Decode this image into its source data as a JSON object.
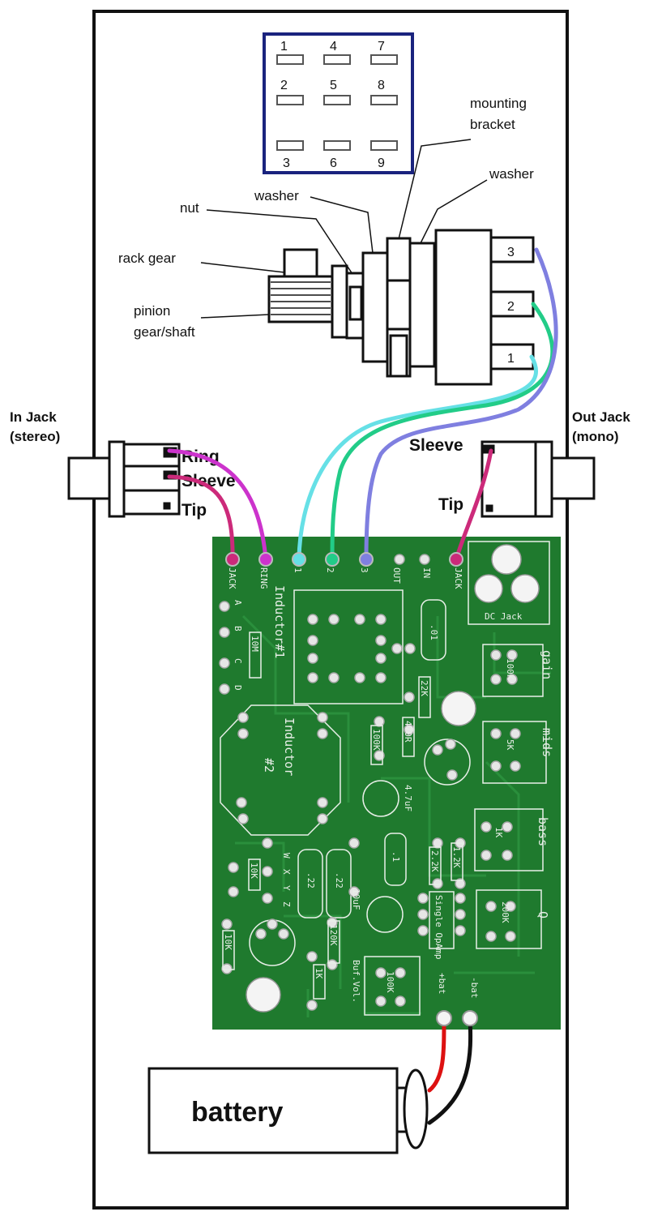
{
  "switch_pins": [
    "1",
    "4",
    "7",
    "2",
    "5",
    "8",
    "3",
    "6",
    "9"
  ],
  "pot": {
    "parts": {
      "mounting_bracket_line1": "mounting",
      "mounting_bracket_line2": "bracket",
      "washer_right": "washer",
      "washer_left": "washer",
      "nut": "nut",
      "rack_gear": "rack gear",
      "pinion_line1": "pinion",
      "pinion_line2": "gear/shaft"
    },
    "lugs": [
      "3",
      "2",
      "1"
    ]
  },
  "in_jack": {
    "title_line1": "In Jack",
    "title_line2": "(stereo)",
    "ring": "Ring",
    "sleeve": "Sleeve",
    "tip": "Tip"
  },
  "out_jack": {
    "title_line1": "Out Jack",
    "title_line2": "(mono)",
    "sleeve": "Sleeve",
    "tip": "Tip"
  },
  "pcb": {
    "pads_top": [
      "JACK",
      "RING",
      "1",
      "2",
      "3",
      "OUT",
      "IN",
      "JACK"
    ],
    "side_pads": [
      "A",
      "B",
      "C",
      "D"
    ],
    "inductor1": "Inductor#1",
    "inductor2": "Inductor",
    "inductor2_num": "#2",
    "dc_jack": "DC Jack",
    "gain": "gain",
    "gain_val": "100K",
    "mids": "mids",
    "mids_val": "5K",
    "bass": "bass",
    "bass_val": "1K",
    "q": "Q",
    "q_val": "200K",
    "bufvol": "Buf.Vol.",
    "bufvol_val": "100K",
    "opamp": "Single OpAmp",
    "bat_plus": "+bat",
    "bat_minus": "-bat",
    "caps": [
      ".01",
      ".22",
      ".22",
      ".1",
      "4.7uF",
      "10uF"
    ],
    "resistors": [
      "10K",
      "22K",
      "100K",
      "470R",
      "120K",
      "1K",
      "10K",
      "2.2K",
      "1.2K",
      "10M"
    ],
    "wxyz": [
      "W",
      "X",
      "Y",
      "Z"
    ]
  },
  "battery": {
    "label": "battery"
  },
  "colors": {
    "pcb": "#1f7a2e",
    "wire_ring": "#cc33cc",
    "wire_sleeve": "#cc2a7a",
    "wire_lug1": "#66e0e6",
    "wire_lug2": "#22cc88",
    "wire_lug3": "#7f7fe0",
    "wire_bat_plus": "#dd1111",
    "wire_bat_minus": "#111111",
    "switch_border": "#1a237e"
  }
}
